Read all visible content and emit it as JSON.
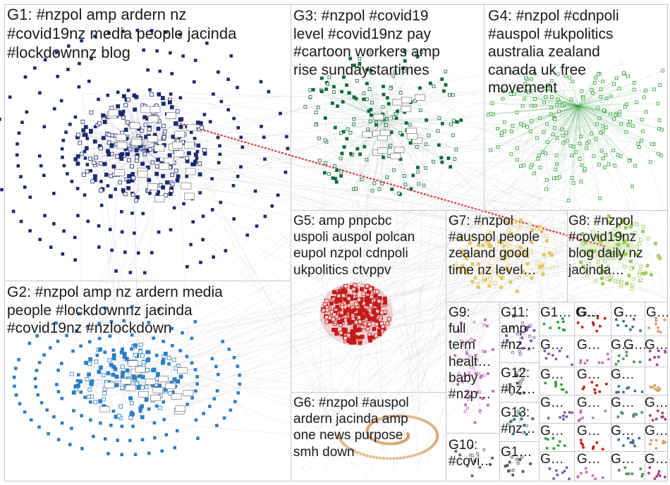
{
  "graph": {
    "groups": [
      {
        "id": "G1",
        "label": "G1: #nzpol amp ardern nz\n#covid19nz media people jacinda\n#lockdownnz blog",
        "color": "#1c2a6e"
      },
      {
        "id": "G2",
        "label": "G2: #nzpol amp nz ardern media\npeople #lockdownnz jacinda\n#covid19nz #nzlockdown",
        "color": "#2c7fc4"
      },
      {
        "id": "G3",
        "label": "G3: #nzpol #covid19\nlevel #covid19nz pay\n#cartoon workers amp\nrise sundaystartimes",
        "color": "#0f6b3a"
      },
      {
        "id": "G4",
        "label": "G4: #nzpol #cdnpoli\n#auspol #ukpolitics\naustralia zealand\ncanada uk free\nmovement",
        "color": "#2e9e3a"
      },
      {
        "id": "G5",
        "label": "G5: amp pnpcbc\nuspoli auspol polcan\neupol nzpol cdnpoli\nukpolitics ctvppv",
        "color": "#c21b1b"
      },
      {
        "id": "G6",
        "label": "G6: #nzpol #auspol\nardern jacinda amp\none news purpose\nsmh down",
        "color": "#d9a066"
      },
      {
        "id": "G7",
        "label": "G7: #nzpol\n#auspol people\nzealand good\ntime nz level…",
        "color": "#e3c65a"
      },
      {
        "id": "G8",
        "label": "G8: #nzpol\n#covid19nz\nblog daily nz\njacinda…",
        "color": "#9ccc5a"
      },
      {
        "id": "G9",
        "label": "G9:\nfull\nterm\nhealt…\nbaby\n#nzp…",
        "color": "#c46fb8"
      },
      {
        "id": "G10",
        "label": "G10:\n#covi…",
        "color": "#6a6a6a"
      },
      {
        "id": "G11",
        "label": "G11:\namp\n#nz…",
        "color": "#7a5aa6"
      },
      {
        "id": "G12",
        "label": "G12:\n#nz…",
        "color": "#5a5a5a"
      },
      {
        "id": "G13",
        "label": "G13:\n#nz…",
        "color": "#3d6d8c"
      },
      {
        "id": "G14",
        "label": "G1…",
        "color": "#555555"
      },
      {
        "id": "G15",
        "label": "G1…",
        "color": "#4f8f5a"
      },
      {
        "id": "G16",
        "label": "G…",
        "color": "#8a5a2a"
      },
      {
        "id": "G17",
        "label": "G…",
        "color": "#a04080"
      }
    ],
    "small_group_label": "G…",
    "edge_color": "#b3b3b3",
    "bridge_edge_color": "#e0141e"
  }
}
